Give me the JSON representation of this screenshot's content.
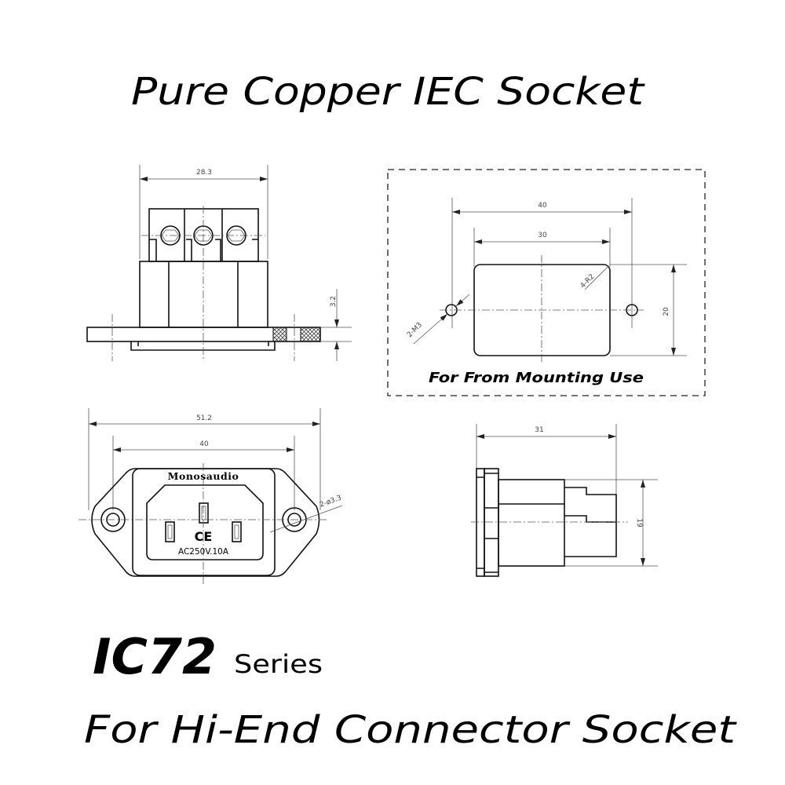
{
  "title": "Pure Copper IEC Socket",
  "views": {
    "side_top": {
      "width_dim": "28.3",
      "flange_dim": "3.2"
    },
    "panel_cutout": {
      "outer_dim": "40",
      "inner_dim": "30",
      "height_dim": "20",
      "corner_label": "4-R2",
      "hole_label": "2-M3",
      "caption": "For From Mounting Use"
    },
    "front": {
      "overall_dim": "51.2",
      "hole_spacing_dim": "40",
      "hole_label": "2-ø3.3",
      "brand": "Monosaudio",
      "mark": "CE",
      "rating": "AC250V.10A"
    },
    "side": {
      "depth_dim": "31",
      "height_dim": "19"
    }
  },
  "model": "IC72",
  "series_label": "Series",
  "subtitle": "For Hi-End Connector Socket"
}
